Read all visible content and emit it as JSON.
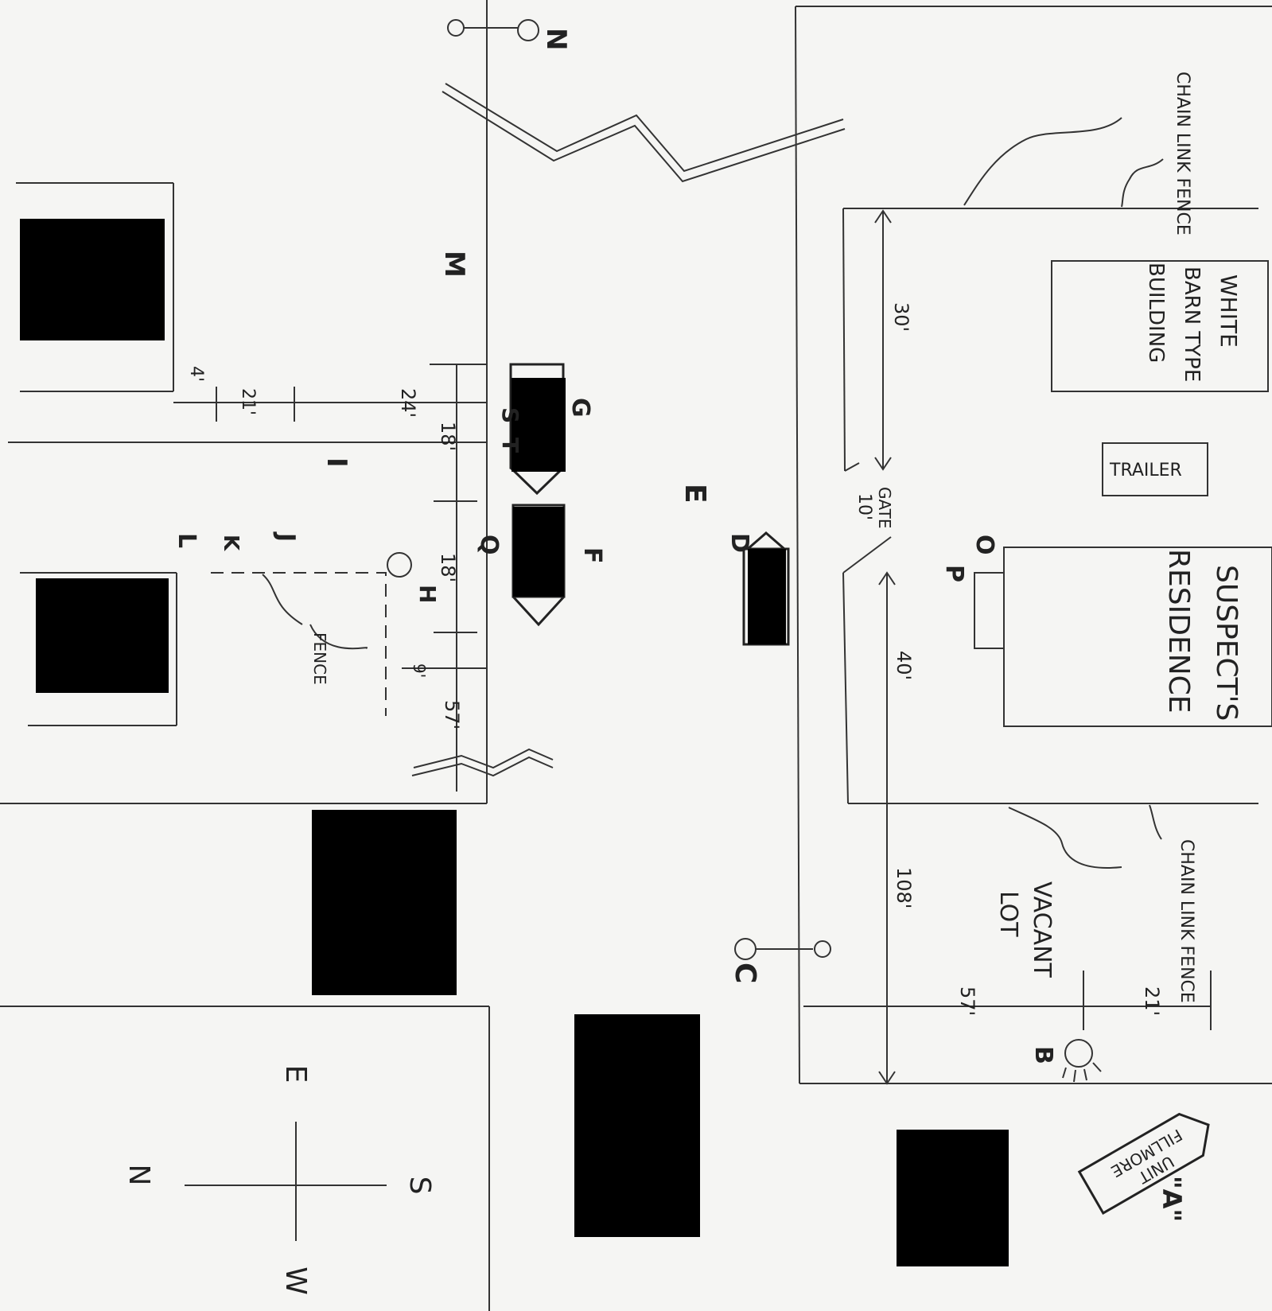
{
  "colors": {
    "ink": "#222222",
    "paper": "#f5f5f3",
    "redaction": "#000000"
  },
  "labels": {
    "chain_link_fence": "CHAIN LINK FENCE",
    "white_barn": [
      "WHITE",
      "BARN TYPE",
      "BUILDING"
    ],
    "trailer": "TRAILER",
    "residence": [
      "SUSPECT'S",
      "RESIDENCE"
    ],
    "vacant_lot": [
      "VACANT",
      "LOT"
    ],
    "gate": "GATE",
    "fence": "FENCE",
    "sign": [
      "FILLMORE",
      "UNIT"
    ]
  },
  "markers": {
    "A": "\"A\"",
    "B": "B",
    "C": "C",
    "D": "D",
    "E": "E",
    "F": "F",
    "G": "G",
    "H": "H",
    "I": "I",
    "J": "J",
    "K": "K",
    "L": "L",
    "M": "M",
    "N": "N",
    "O": "O",
    "P": "P",
    "Q": "Q",
    "S": "S",
    "T": "T"
  },
  "dimensions": {
    "d30": "30'",
    "d10": "10'",
    "d40": "40'",
    "d108": "108'",
    "d57b": "57'",
    "d21b": "21'",
    "d4": "4'",
    "d21a": "21'",
    "d24": "24'",
    "d18a": "18'",
    "d18b": "18'",
    "d9": "9'",
    "d57a": "57'"
  },
  "compass": {
    "north": "N",
    "south": "S",
    "east": "E",
    "west": "W"
  }
}
